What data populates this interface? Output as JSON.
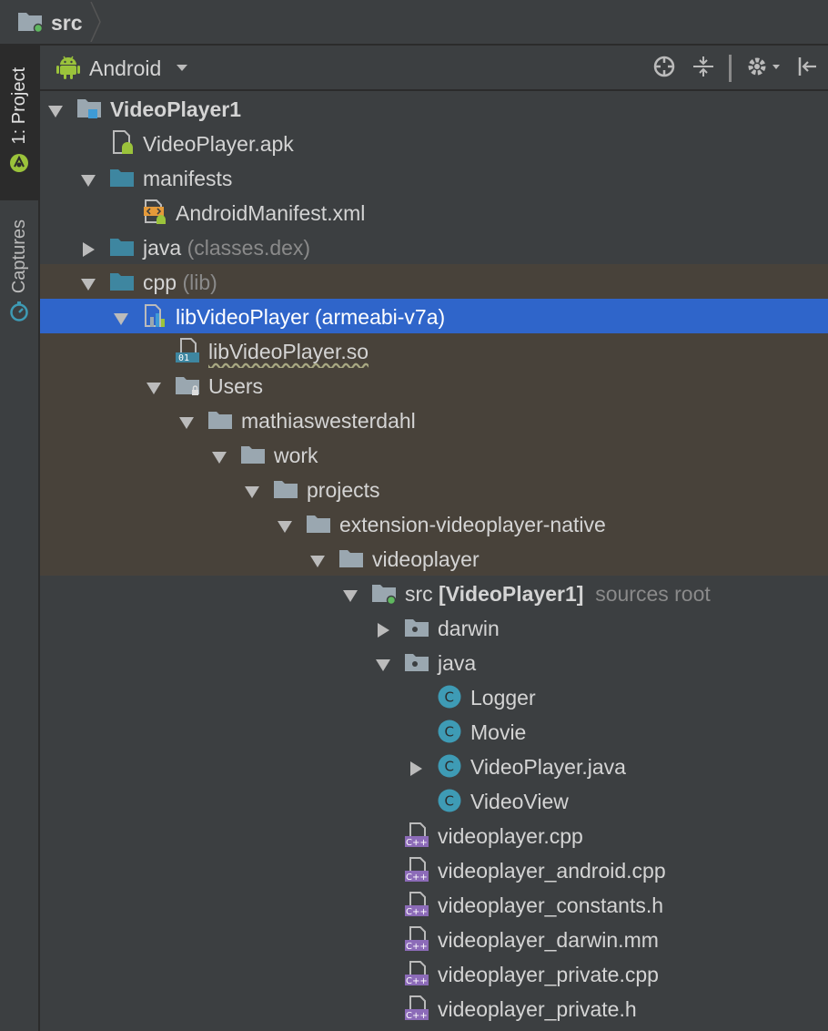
{
  "breadcrumb": {
    "label": "src"
  },
  "tool_windows": [
    {
      "label": "1: Project",
      "active": true
    },
    {
      "label": "Captures",
      "active": false
    }
  ],
  "panel": {
    "view_mode": "Android",
    "buttons": [
      "locate-icon",
      "collapse-all-icon",
      "settings-icon",
      "hide-panel-icon"
    ]
  },
  "tree": [
    {
      "label": "VideoPlayer1",
      "suffix": "",
      "extra": "",
      "depth": 0,
      "expand": "open",
      "icon": "module",
      "bold": true
    },
    {
      "label": "VideoPlayer.apk",
      "suffix": "",
      "extra": "",
      "depth": 1,
      "expand": "none",
      "icon": "apk"
    },
    {
      "label": "manifests",
      "suffix": "",
      "extra": "",
      "depth": 1,
      "expand": "open",
      "icon": "folder-blue"
    },
    {
      "label": "AndroidManifest.xml",
      "suffix": "",
      "extra": "",
      "depth": 2,
      "expand": "none",
      "icon": "manifest"
    },
    {
      "label": "java",
      "suffix": " (classes.dex)",
      "extra": "",
      "depth": 1,
      "expand": "closed",
      "icon": "folder-blue"
    },
    {
      "label": "cpp",
      "suffix": " (lib)",
      "extra": "",
      "depth": 1,
      "expand": "open",
      "icon": "folder-blue",
      "tint": true
    },
    {
      "label": "libVideoPlayer (armeabi-v7a)",
      "suffix": "",
      "extra": "",
      "depth": 2,
      "expand": "open",
      "icon": "native-lib",
      "selected": true
    },
    {
      "label": "libVideoPlayer.so",
      "suffix": "",
      "extra": "",
      "depth": 3,
      "expand": "none",
      "icon": "binary",
      "tint": true,
      "squiggle": true
    },
    {
      "label": "Users",
      "suffix": "",
      "extra": "",
      "depth": 3,
      "expand": "open",
      "icon": "folder-locked",
      "tint": true
    },
    {
      "label": "mathiaswesterdahl",
      "suffix": "",
      "extra": "",
      "depth": 4,
      "expand": "open",
      "icon": "folder",
      "tint": true
    },
    {
      "label": "work",
      "suffix": "",
      "extra": "",
      "depth": 5,
      "expand": "open",
      "icon": "folder",
      "tint": true
    },
    {
      "label": "projects",
      "suffix": "",
      "extra": "",
      "depth": 6,
      "expand": "open",
      "icon": "folder",
      "tint": true
    },
    {
      "label": "extension-videoplayer-native",
      "suffix": "",
      "extra": "",
      "depth": 7,
      "expand": "open",
      "icon": "folder",
      "tint": true
    },
    {
      "label": "videoplayer",
      "suffix": "",
      "extra": "",
      "depth": 8,
      "expand": "open",
      "icon": "folder",
      "tint": true
    },
    {
      "label": "src",
      "suffix": "",
      "extra_bold": " [VideoPlayer1]",
      "extra": "  sources root",
      "depth": 9,
      "expand": "open",
      "icon": "folder-src"
    },
    {
      "label": "darwin",
      "suffix": "",
      "extra": "",
      "depth": 10,
      "expand": "closed",
      "icon": "folder-package"
    },
    {
      "label": "java",
      "suffix": "",
      "extra": "",
      "depth": 10,
      "expand": "open",
      "icon": "folder-package"
    },
    {
      "label": "Logger",
      "suffix": "",
      "extra": "",
      "depth": 11,
      "expand": "none",
      "icon": "class"
    },
    {
      "label": "Movie",
      "suffix": "",
      "extra": "",
      "depth": 11,
      "expand": "none",
      "icon": "class"
    },
    {
      "label": "VideoPlayer.java",
      "suffix": "",
      "extra": "",
      "depth": 11,
      "expand": "closed",
      "icon": "class"
    },
    {
      "label": "VideoView",
      "suffix": "",
      "extra": "",
      "depth": 11,
      "expand": "none",
      "icon": "class"
    },
    {
      "label": "videoplayer.cpp",
      "suffix": "",
      "extra": "",
      "depth": 10,
      "expand": "none",
      "icon": "cpp"
    },
    {
      "label": "videoplayer_android.cpp",
      "suffix": "",
      "extra": "",
      "depth": 10,
      "expand": "none",
      "icon": "cpp"
    },
    {
      "label": "videoplayer_constants.h",
      "suffix": "",
      "extra": "",
      "depth": 10,
      "expand": "none",
      "icon": "cpp"
    },
    {
      "label": "videoplayer_darwin.mm",
      "suffix": "",
      "extra": "",
      "depth": 10,
      "expand": "none",
      "icon": "cpp"
    },
    {
      "label": "videoplayer_private.cpp",
      "suffix": "",
      "extra": "",
      "depth": 10,
      "expand": "none",
      "icon": "cpp"
    },
    {
      "label": "videoplayer_private.h",
      "suffix": "",
      "extra": "",
      "depth": 10,
      "expand": "none",
      "icon": "cpp"
    }
  ],
  "colors": {
    "background": "#3c3f41",
    "selection": "#2f65ca",
    "tint": "#48423a",
    "folder_blue": "#3e86a0",
    "folder_gray": "#9aa7b0",
    "class_teal": "#3e9bb5",
    "android_green": "#9bc33b"
  }
}
